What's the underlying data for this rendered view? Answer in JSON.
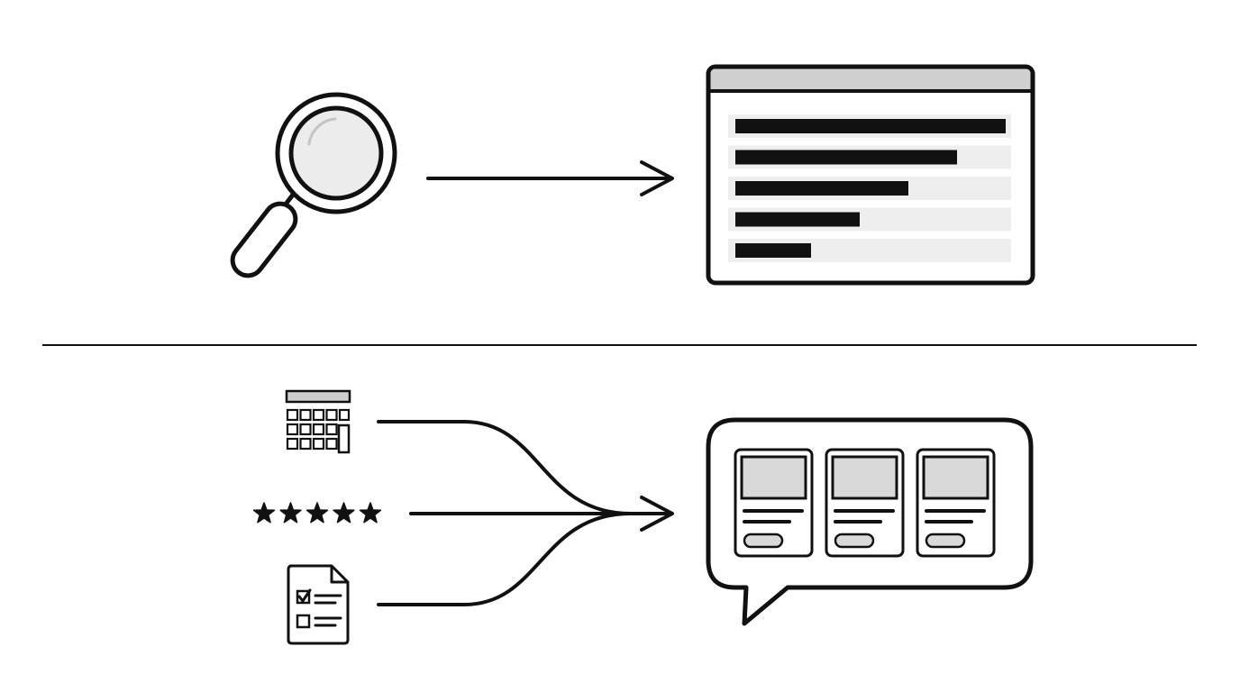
{
  "colors": {
    "stroke": "#111111",
    "background": "#ffffff",
    "light_fill": "#eeeeee",
    "mid_fill": "#d9d9d9",
    "titlebar_fill": "#cfcfcf"
  },
  "top_section": {
    "source_icon": "magnifying-glass-icon",
    "target": "results-list-window",
    "result_rows": [
      {
        "fill": 1.0
      },
      {
        "fill": 0.82
      },
      {
        "fill": 0.64
      },
      {
        "fill": 0.46
      },
      {
        "fill": 0.28
      }
    ]
  },
  "bottom_section": {
    "source_icons": [
      "calendar-icon",
      "star-rating-icon",
      "checklist-document-icon"
    ],
    "star_rating": {
      "stars": 5,
      "filled": 5
    },
    "target": "chat-bubble-with-cards",
    "cards": [
      {},
      {},
      {}
    ]
  }
}
